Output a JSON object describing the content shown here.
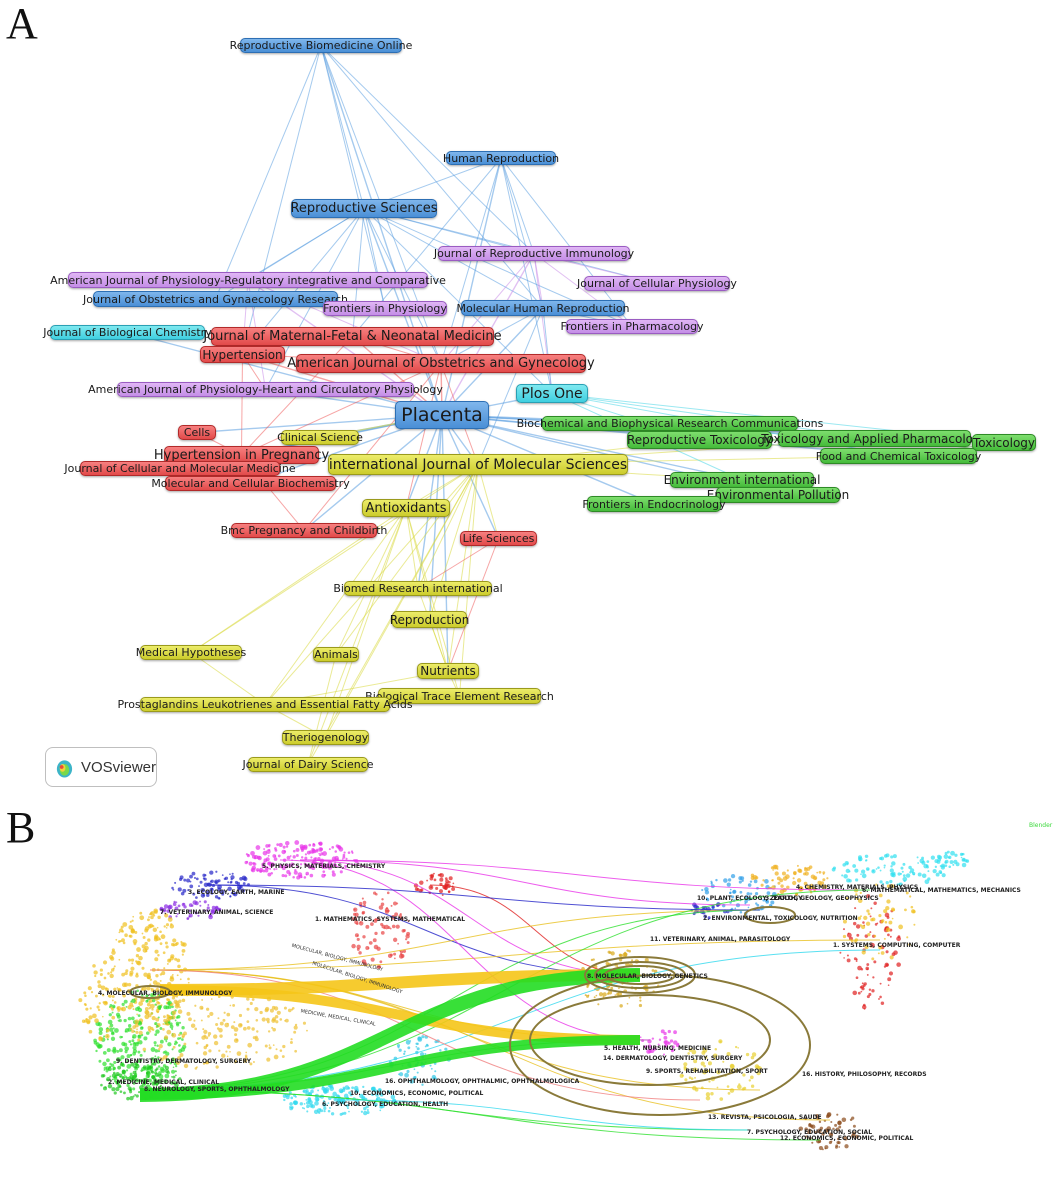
{
  "panel_a": {
    "letter": "A",
    "badge": "VOSviewer",
    "nodes": [
      {
        "id": "rbo",
        "label": "Reproductive Biomedicine Online",
        "color": "blue"
      },
      {
        "id": "hr",
        "label": "Human Reproduction",
        "color": "blue"
      },
      {
        "id": "rs",
        "label": "Reproductive Sciences",
        "color": "blue"
      },
      {
        "id": "jri",
        "label": "Journal of Reproductive Immunology",
        "color": "purple"
      },
      {
        "id": "ajp_reg",
        "label": "American Journal of Physiology-Regulatory integrative and Comparative",
        "color": "purple"
      },
      {
        "id": "jcp",
        "label": "Journal of Cellular Physiology",
        "color": "purple"
      },
      {
        "id": "jogr",
        "label": "Journal of Obstetrics and Gynaecology Research",
        "color": "blue"
      },
      {
        "id": "fphys",
        "label": "Frontiers in Physiology",
        "color": "purple"
      },
      {
        "id": "mhr",
        "label": "Molecular Human Reproduction",
        "color": "blue"
      },
      {
        "id": "fpharm",
        "label": "Frontiers in Pharmacology",
        "color": "purple"
      },
      {
        "id": "jbc",
        "label": "Journal of Biological Chemistry",
        "color": "cyan"
      },
      {
        "id": "jmfnm",
        "label": "Journal of Maternal-Fetal & Neonatal Medicine",
        "color": "red"
      },
      {
        "id": "hyp",
        "label": "Hypertension",
        "color": "red"
      },
      {
        "id": "ajog",
        "label": "American Journal of Obstetrics and Gynecology",
        "color": "red"
      },
      {
        "id": "ajp_heart",
        "label": "American Journal of Physiology-Heart and Circulatory Physiology",
        "color": "purple"
      },
      {
        "id": "plos",
        "label": "Plos One",
        "color": "cyan"
      },
      {
        "id": "placenta",
        "label": "Placenta",
        "color": "blue"
      },
      {
        "id": "bbrc",
        "label": "Biochemical and Biophysical Research Communications",
        "color": "green"
      },
      {
        "id": "cells",
        "label": "Cells",
        "color": "red"
      },
      {
        "id": "clin",
        "label": "Clinical Science",
        "color": "yellow"
      },
      {
        "id": "rtox",
        "label": "Reproductive Toxicology",
        "color": "green"
      },
      {
        "id": "tap",
        "label": "Toxicology and Applied Pharmacology",
        "color": "green"
      },
      {
        "id": "tox",
        "label": "Toxicology",
        "color": "green"
      },
      {
        "id": "hip",
        "label": "Hypertension in Pregnancy",
        "color": "red"
      },
      {
        "id": "ijms",
        "label": "international Journal of Molecular Sciences",
        "color": "yellow"
      },
      {
        "id": "fct",
        "label": "Food and Chemical Toxicology",
        "color": "green"
      },
      {
        "id": "jcmm",
        "label": "Journal of Cellular and Molecular Medicine",
        "color": "red"
      },
      {
        "id": "mcb",
        "label": "Molecular and Cellular Biochemistry",
        "color": "red"
      },
      {
        "id": "envint",
        "label": "Environment international",
        "color": "green"
      },
      {
        "id": "envpol",
        "label": "Environmental Pollution",
        "color": "green"
      },
      {
        "id": "fendo",
        "label": "Frontiers in Endocrinology",
        "color": "green"
      },
      {
        "id": "antiox",
        "label": "Antioxidants",
        "color": "yellow"
      },
      {
        "id": "bmcpc",
        "label": "Bmc Pregnancy and Childbirth",
        "color": "red"
      },
      {
        "id": "life",
        "label": "Life Sciences",
        "color": "red"
      },
      {
        "id": "bri",
        "label": "Biomed Research international",
        "color": "yellow"
      },
      {
        "id": "repro",
        "label": "Reproduction",
        "color": "yellow"
      },
      {
        "id": "medhyp",
        "label": "Medical Hypotheses",
        "color": "yellow"
      },
      {
        "id": "animals",
        "label": "Animals",
        "color": "yellow"
      },
      {
        "id": "nutr",
        "label": "Nutrients",
        "color": "yellow"
      },
      {
        "id": "bter",
        "label": "Biological Trace Element Research",
        "color": "yellow"
      },
      {
        "id": "plefa",
        "label": "Prostaglandins Leukotrienes and Essential Fatty Acids",
        "color": "yellow"
      },
      {
        "id": "therio",
        "label": "Theriogenology",
        "color": "yellow"
      },
      {
        "id": "jds",
        "label": "Journal of Dairy Science",
        "color": "yellow"
      }
    ],
    "colors": {
      "blue": "#5b9fe0",
      "purple": "#c88de8",
      "red": "#ee5b5b",
      "green": "#52c447",
      "yellow": "#d8d83e",
      "cyan": "#48d6e6"
    }
  },
  "panel_b": {
    "letter": "B",
    "tag": "Blender",
    "left_labels": [
      {
        "id": "l5",
        "label": "5. PHYSICS, MATERIALS, CHEMISTRY"
      },
      {
        "id": "l3",
        "label": "3. ECOLOGY, EARTH, MARINE"
      },
      {
        "id": "l7",
        "label": "7. VETERINARY, ANIMAL, SCIENCE"
      },
      {
        "id": "l1",
        "label": "1. MATHEMATICS, SYSTEMS, MATHEMATICAL"
      },
      {
        "id": "l4",
        "label": "4. MOLECULAR, BIOLOGY, IMMUNOLOGY"
      },
      {
        "id": "l9",
        "label": "9. DENTISTRY, DERMATOLOGY, SURGERY"
      },
      {
        "id": "l2",
        "label": "2. MEDICINE, MEDICAL, CLINICAL"
      },
      {
        "id": "l8",
        "label": "8. NEUROLOGY, SPORTS, OPHTHALMOLOGY"
      },
      {
        "id": "l16",
        "label": "16. OPHTHALMOLOGY, OPHTHALMIC, OPHTHALMOLOGICA"
      },
      {
        "id": "l10",
        "label": "10. ECONOMICS, ECONOMIC, POLITICAL"
      },
      {
        "id": "l6",
        "label": "6. PSYCHOLOGY, EDUCATION, HEALTH"
      }
    ],
    "right_labels": [
      {
        "id": "r4",
        "label": "4. CHEMISTRY, MATERIALS, PHYSICS"
      },
      {
        "id": "r6",
        "label": "6. MATHEMATICAL, MATHEMATICS, MECHANICS"
      },
      {
        "id": "r10",
        "label": "10. PLANT, ECOLOGY, ZOOLOGY"
      },
      {
        "id": "r3",
        "label": "3. EARTH, GEOLOGY, GEOPHYSICS"
      },
      {
        "id": "r2",
        "label": "2. ENVIRONMENTAL, TOXICOLOGY, NUTRITION"
      },
      {
        "id": "r1",
        "label": "1. SYSTEMS, COMPUTING, COMPUTER"
      },
      {
        "id": "r11",
        "label": "11. VETERINARY, ANIMAL, PARASITOLOGY"
      },
      {
        "id": "r8",
        "label": "8. MOLECULAR, BIOLOGY, GENETICS"
      },
      {
        "id": "r5",
        "label": "5. HEALTH, NURSING, MEDICINE"
      },
      {
        "id": "r14",
        "label": "14. DERMATOLOGY, DENTISTRY, SURGERY"
      },
      {
        "id": "r9",
        "label": "9. SPORTS, REHABILITATION, SPORT"
      },
      {
        "id": "r16",
        "label": "16. HISTORY, PHILOSOPHY, RECORDS"
      },
      {
        "id": "r13",
        "label": "13. REVISTA, PSICOLOGIA, SAUDE"
      },
      {
        "id": "r7",
        "label": "7. PSYCHOLOGY, EDUCATION, SOCIAL"
      },
      {
        "id": "r12",
        "label": "12. ECONOMICS, ECONOMIC, POLITICAL"
      }
    ],
    "flow_labels": [
      {
        "id": "f1",
        "label": "MOLECULAR, BIOLOGY, IMMUNOLOGY"
      },
      {
        "id": "f2",
        "label": "MOLECULAR, BIOLOGY, IMMUNOLOGY"
      },
      {
        "id": "f3",
        "label": "MEDICINE, MEDICAL, CLINICAL"
      }
    ]
  }
}
